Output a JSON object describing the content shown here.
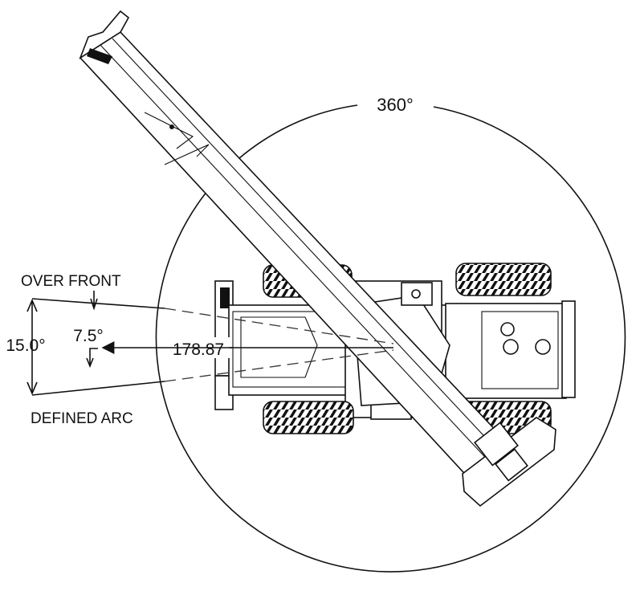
{
  "labels": {
    "full_rotation": "360°",
    "over_front": "OVER FRONT",
    "defined_arc": "DEFINED ARC",
    "total_angle": "15.0°",
    "half_angle": "7.5°",
    "heading": "178.87"
  },
  "colors": {
    "ink": "#111111",
    "background": "#ffffff"
  }
}
